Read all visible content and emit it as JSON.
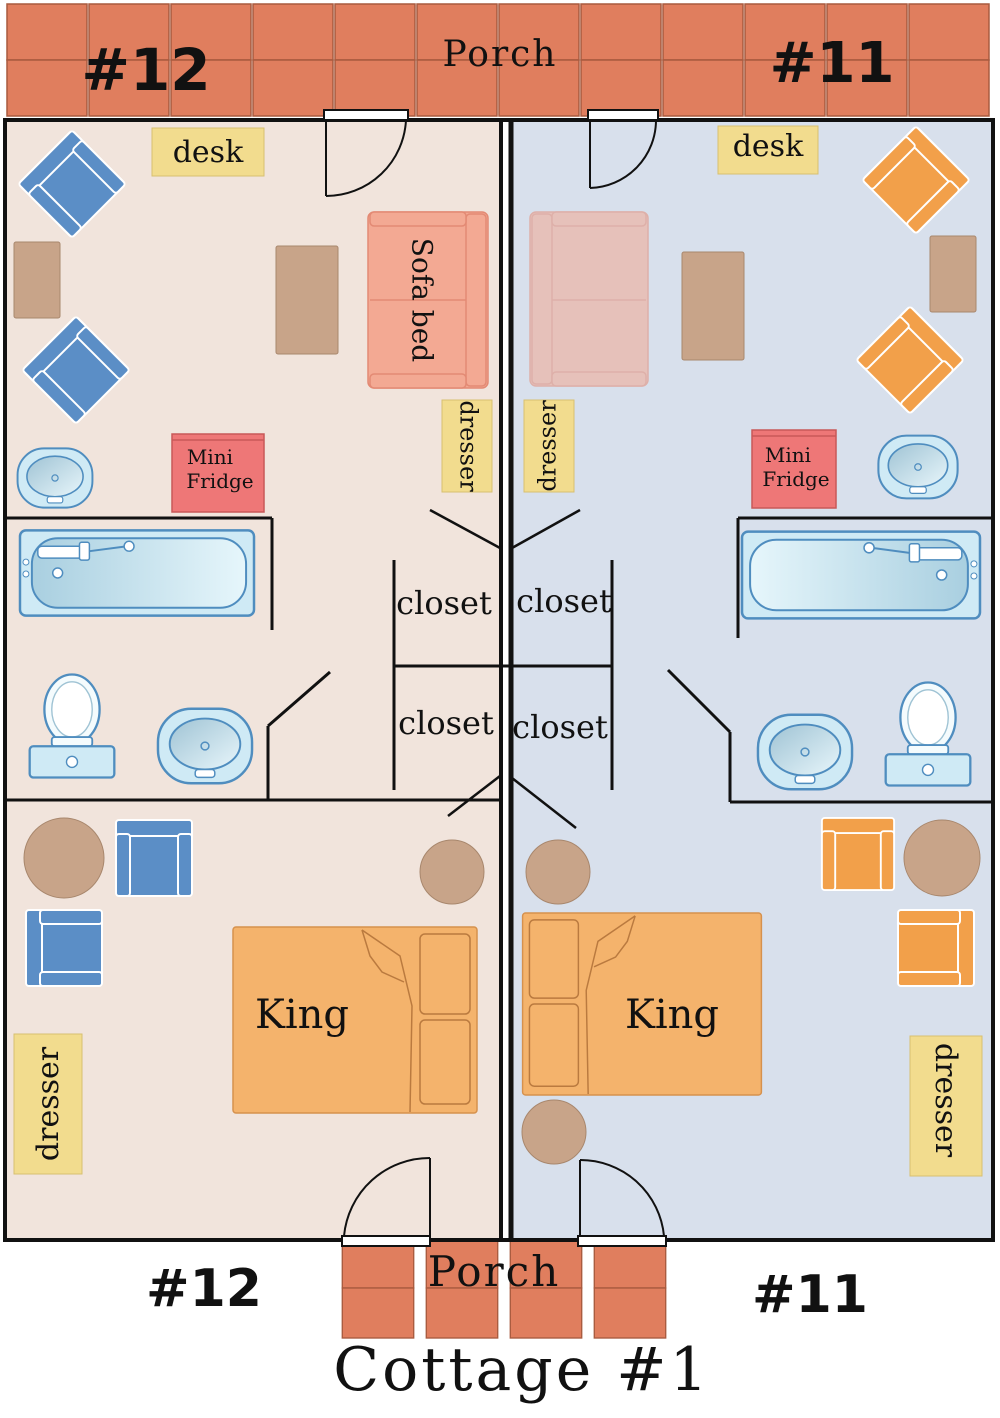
{
  "labels": {
    "unit_left": "#12",
    "unit_right": "#11",
    "porch": "Porch",
    "desk": "desk",
    "sofa_bed": "Sofa bed",
    "dresser": "dresser",
    "mini_fridge_line1": "Mini",
    "mini_fridge_line2": "Fridge",
    "closet": "closet",
    "king": "King",
    "cottage_title": "Cottage #1"
  },
  "colors": {
    "room_left": "#f1e4dc",
    "room_right": "#d8e0ec",
    "porch_tile": "#e07e5e",
    "chair_blue": "#5b8ec6",
    "chair_orange": "#f2a04a",
    "table_brown": "#c8a489",
    "sofa": "#f3a993",
    "label_yellow": "#f2dc8e",
    "fridge": "#ee7777",
    "bed": "#f4b36c",
    "fixture_blue": "#cfeaf5",
    "fixture_stroke": "#4f8dbf",
    "wall": "#111111"
  },
  "icons": {
    "armchair": "armchair-icon",
    "sink": "sink-icon",
    "toilet": "toilet-icon",
    "bathtub": "bathtub-icon",
    "door": "door-swing-icon"
  }
}
